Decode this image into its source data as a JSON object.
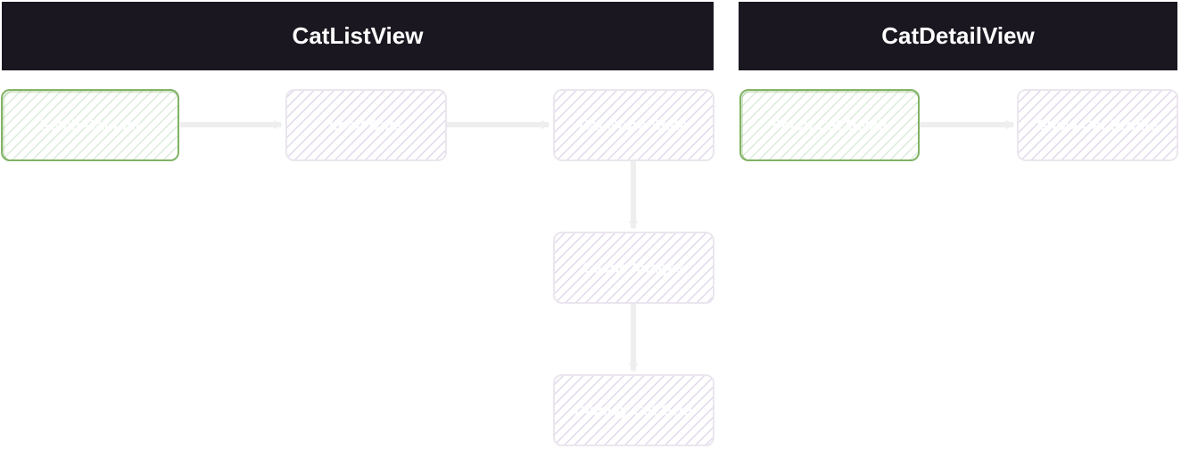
{
  "colors": {
    "header_bg": "#1a1720",
    "header_text": "#ffffff",
    "node_green_stroke": "#82b366",
    "node_green_hatch": "#d5e8d4",
    "node_purple_stroke": "#ebe6ee",
    "node_purple_hatch": "#d9cce6",
    "edge": "#eeeeee",
    "node_text": "#ffffff"
  },
  "headers": {
    "list_view": "CatListView",
    "detail_view": "CatDetailView"
  },
  "nodes": {
    "fetch_cat_list": "Fetch Cat List",
    "load_cats": "Load Cats",
    "cat_store_state": "Cat Store State",
    "cache_images": "Cache Images",
    "display_cat_grid": "Display Cat Grid",
    "fetch_cat_detail": "Fetch Cat Detail",
    "show_cat_profile": "Show Cat Profile"
  }
}
